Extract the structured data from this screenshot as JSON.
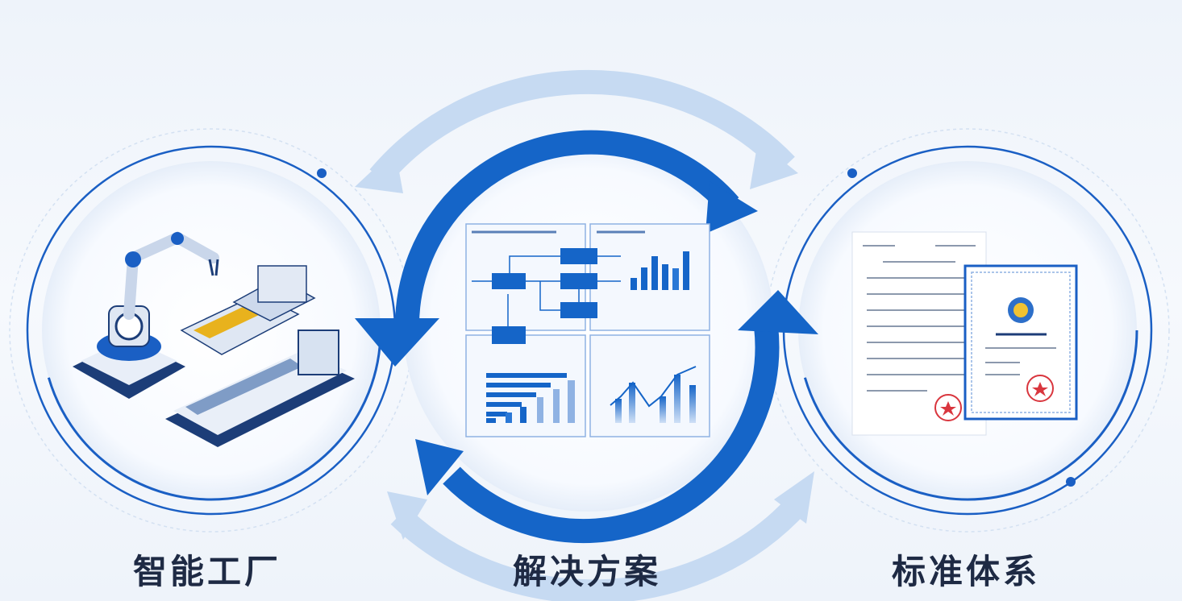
{
  "sections": [
    {
      "label": "智能工厂",
      "icon": "robot-arm-factory-icon"
    },
    {
      "label": "解决方案",
      "icon": "dashboard-icon"
    },
    {
      "label": "标准体系",
      "icon": "certificate-icon"
    }
  ],
  "colors": {
    "primary": "#1565c8",
    "light_arrow": "#bcd4f0",
    "ring": "#1a5fc4",
    "text": "#1e2a44"
  }
}
